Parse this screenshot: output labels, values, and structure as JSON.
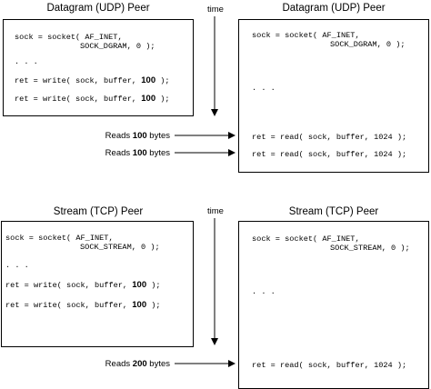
{
  "udp": {
    "left_title": "Datagram (UDP) Peer",
    "right_title": "Datagram (UDP) Peer",
    "time_label": "time",
    "writer": {
      "socket_line1": "sock = socket( AF_INET,",
      "socket_line2": "SOCK_DGRAM, 0 );",
      "dots": ". . .",
      "write1_prefix": "ret = write( sock, buffer, ",
      "write1_bold": "100",
      "write1_suffix": " );",
      "write2_prefix": "ret = write( sock, buffer, ",
      "write2_bold": "100",
      "write2_suffix": " );"
    },
    "reader": {
      "socket_line1": "sock = socket( AF_INET,",
      "socket_line2": "SOCK_DGRAM, 0 );",
      "dots": ". . .",
      "read1": "ret = read( sock, buffer, 1024 );",
      "read2": "ret = read( sock, buffer, 1024 );"
    },
    "reads": [
      {
        "prefix": "Reads ",
        "bold": "100",
        "suffix": " bytes"
      },
      {
        "prefix": "Reads ",
        "bold": "100",
        "suffix": " bytes"
      }
    ]
  },
  "tcp": {
    "left_title": "Stream (TCP) Peer",
    "right_title": "Stream (TCP) Peer",
    "time_label": "time",
    "writer": {
      "socket_line1": "sock = socket( AF_INET,",
      "socket_line2": "SOCK_STREAM, 0 );",
      "dots": ". . .",
      "write1_prefix": "ret = write( sock, buffer, ",
      "write1_bold": "100",
      "write1_suffix": " );",
      "write2_prefix": "ret = write( sock, buffer, ",
      "write2_bold": "100",
      "write2_suffix": " );"
    },
    "reader": {
      "socket_line1": "sock = socket( AF_INET,",
      "socket_line2": "SOCK_STREAM, 0 );",
      "dots": ". . .",
      "read1": "ret = read( sock, buffer, 1024 );"
    },
    "reads": [
      {
        "prefix": "Reads ",
        "bold": "200",
        "suffix": " bytes"
      }
    ]
  }
}
